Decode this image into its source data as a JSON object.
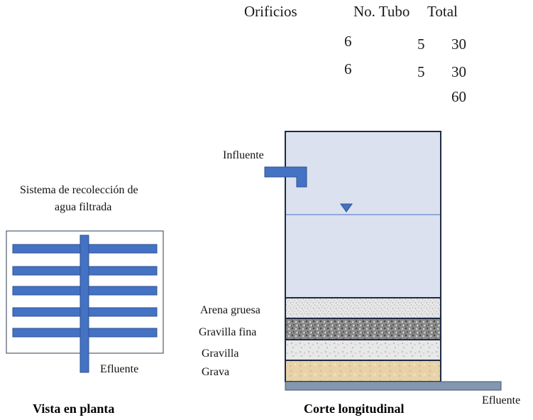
{
  "table": {
    "headers": [
      "Orificios",
      "No. Tubo",
      "Total"
    ],
    "rows": [
      [
        "6",
        "5",
        "30"
      ],
      [
        "6",
        "5",
        "30"
      ]
    ],
    "grand_total": "60"
  },
  "plan_view": {
    "title": "Sistema de recolección de agua filtrada",
    "title_line1": "Sistema de recolección de",
    "title_line2": "agua filtrada",
    "outlet_label": "Efluente",
    "caption": "Vista en planta"
  },
  "section_view": {
    "inlet_label": "Influente",
    "outlet_label": "Efluente",
    "caption": "Corte longitudinal",
    "layers": [
      {
        "label": "Arena gruesa",
        "color": "#dcdcdc"
      },
      {
        "label": "Gravilla fina",
        "color": "#8a8a8a"
      },
      {
        "label": "Gravilla",
        "color": "#e4e4e4"
      },
      {
        "label": "Grava",
        "color": "#e8d2a8"
      }
    ]
  },
  "colors": {
    "pipe_blue": "#4472c4",
    "tank_water": "#dbe1ee",
    "outlet_pipe": "#8497b0",
    "outline": "#1f2a44"
  }
}
